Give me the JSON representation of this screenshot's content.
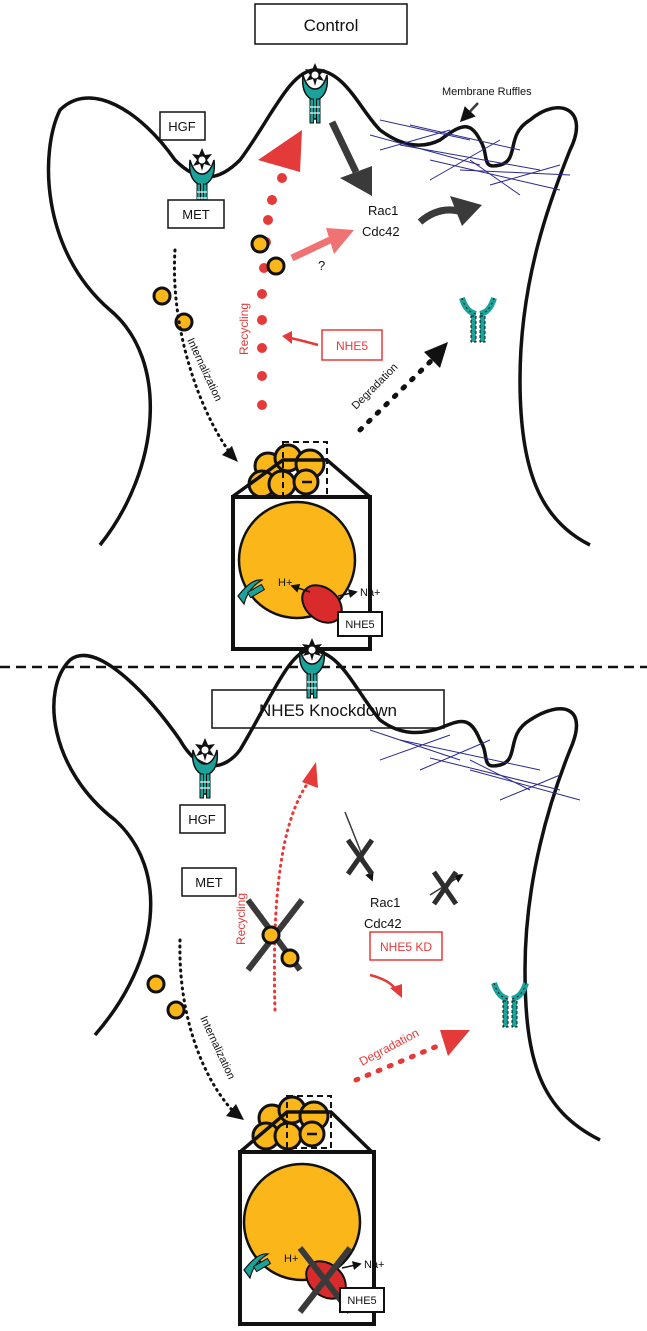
{
  "panels": [
    {
      "title": "Control",
      "hgf": "HGF",
      "met": "MET",
      "membrane_ruffles": "Membrane Ruffles",
      "rac1": "Rac1",
      "cdc42": "Cdc42",
      "question": "?",
      "recycling": "Recycling",
      "nhe5_box": "NHE5",
      "internalization": "Internalization",
      "degradation": "Degradation",
      "h_plus": "H+",
      "na_plus": "Na+",
      "nhe5_inset": "NHE5"
    },
    {
      "title": "NHE5 Knockdown",
      "hgf": "HGF",
      "met": "MET",
      "rac1": "Rac1",
      "cdc42": "Cdc42",
      "recycling": "Recycling",
      "nhe5_box": "NHE5 KD",
      "internalization": "Internalization",
      "degradation": "Degradation",
      "h_plus": "H+",
      "na_plus": "Na+",
      "nhe5_inset": "NHE5"
    }
  ],
  "colors": {
    "membrane": "#111111",
    "vesicle": "#fbb61a",
    "recycling": "#e53a3a",
    "receptor": "#1aa39a",
    "ruffle": "#2b2a8c",
    "nhe5": "#d92b2b",
    "dark_arrow": "#3a3a3a"
  }
}
